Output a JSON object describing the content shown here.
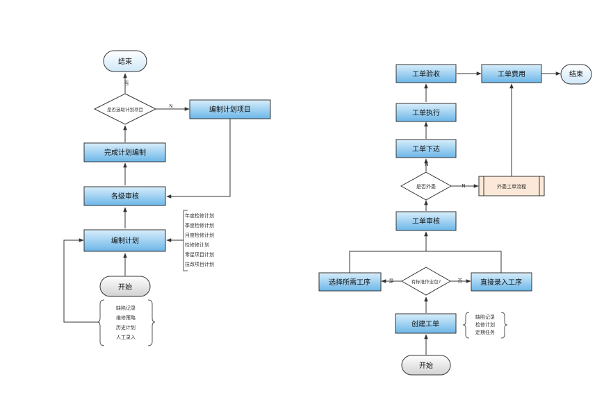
{
  "left_flow": {
    "end": "结束",
    "decision": "是否选取计划项目",
    "label_no": "否",
    "label_n": "N",
    "compile_items": "编制计划项目",
    "complete": "完成计划编制",
    "review": "各级审核",
    "plan": "编制计划",
    "start": "开始",
    "plan_types": [
      "年度检修计划",
      "季度检修计划",
      "月度检修计划",
      "检修修计划",
      "零星项目计划",
      "技改项目计划"
    ],
    "inputs": [
      "缺陷记录",
      "维修策略",
      "历史计划",
      "人工录入"
    ]
  },
  "right_flow": {
    "accept": "工单验收",
    "cost": "工单费用",
    "end": "结束",
    "execute": "工单执行",
    "issue": "工单下达",
    "label_n": "N",
    "decision": "是否外委",
    "outsource": "外委工单流程",
    "review": "工单审核",
    "select_proc": "选择所需工序",
    "std_decision": "有标准作业包?",
    "label_yes": "是",
    "label_no": "否",
    "direct_entry": "直接录入工序",
    "create": "创建工单",
    "sources": [
      "缺陷记录",
      "检修计划",
      "定期任务"
    ],
    "start": "开始"
  },
  "colors": {
    "box_top": "#d8eefb",
    "box_bottom": "#6cb6e8",
    "terminal_top": "#ffffff",
    "terminal_bottom": "#cfe8f8",
    "gray_top": "#ffffff",
    "gray_bottom": "#d2d2d2",
    "outsource_fill": "#fbe8d8",
    "line": "#333333"
  }
}
